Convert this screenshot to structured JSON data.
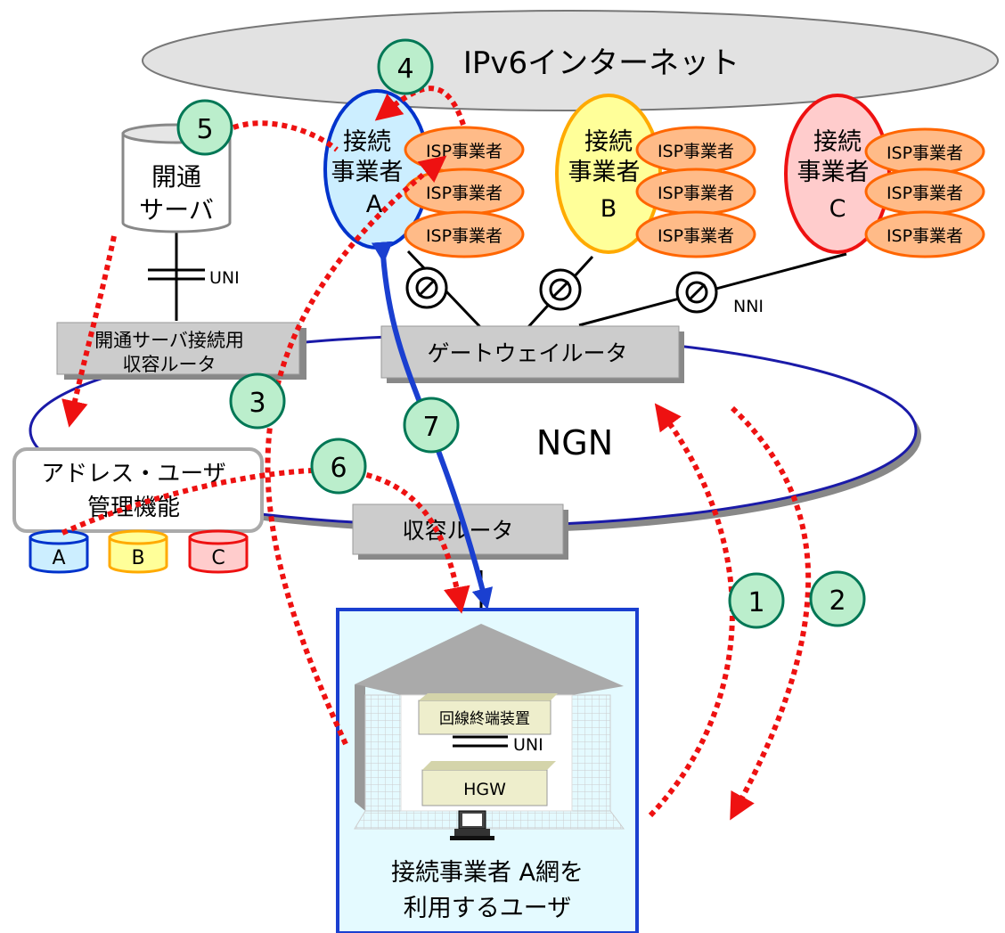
{
  "internet": {
    "label": "IPv6インターネット"
  },
  "ngn": {
    "label": "NGN"
  },
  "providers": [
    {
      "line1": "接続",
      "line2": "事業者",
      "letter": "A"
    },
    {
      "line1": "接続",
      "line2": "事業者",
      "letter": "B"
    },
    {
      "line1": "接続",
      "line2": "事業者",
      "letter": "C"
    }
  ],
  "isp_label": "ISP事業者",
  "server": {
    "line1": "開通",
    "line2": "サーバ"
  },
  "uni_label": "UNI",
  "nni_label": "NNI",
  "server_router": {
    "line1": "開通サーバ接続用",
    "line2": "収容ルータ"
  },
  "gateway_router": {
    "label": "ゲートウェイルータ"
  },
  "access_router": {
    "label": "収容ルータ"
  },
  "address_mgmt": {
    "line1": "アドレス・ユーザ",
    "line2": "管理機能"
  },
  "db_letters": [
    "A",
    "B",
    "C"
  ],
  "house": {
    "onu_label": "回線終端装置",
    "hgw_label": "HGW",
    "caption_line1": "接続事業者 A網を",
    "caption_line2": "利用するユーザ"
  },
  "steps": [
    "1",
    "2",
    "3",
    "4",
    "5",
    "6",
    "7"
  ],
  "colors": {
    "provider_a": "#0033cc",
    "provider_b": "#ffaa00",
    "provider_c": "#ee1111",
    "isp_fill": "#ffbb88",
    "isp_stroke": "#ff6600",
    "step_fill": "#bbeecc",
    "step_stroke": "#007755",
    "dotted": "#ee1111",
    "ngn_stroke": "#1a1aa8"
  }
}
